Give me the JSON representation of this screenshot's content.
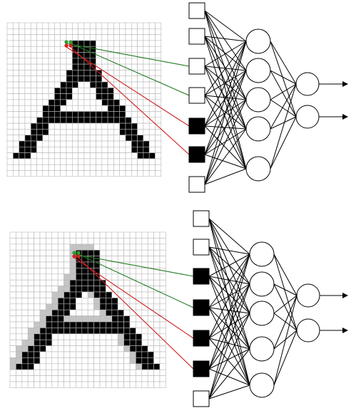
{
  "colors": {
    "background": "#ffffff",
    "grid_line": "#b8b8b8",
    "grid_cell_fill": "#ffffff",
    "pixel_on": "#000000",
    "pixel_shadow": "#c4c4c4",
    "edge": "#000000",
    "connector_green": "#1f7a1f",
    "connector_red": "#cc2020",
    "dot_green": "#2e9b2e",
    "dot_red": "#d42020",
    "input_on": "#000000",
    "input_off": "#ffffff"
  },
  "panels": [
    {
      "id": "top",
      "grid_size": 26,
      "letter": "A",
      "shadow": false,
      "input_states": [
        0,
        0,
        0,
        0,
        1,
        1,
        0
      ],
      "connector_colors": [
        "green",
        "green",
        "red",
        "red"
      ],
      "hidden_units": 5,
      "output_units": 2
    },
    {
      "id": "bottom",
      "grid_size": 26,
      "letter": "A",
      "shadow": true,
      "input_states": [
        0,
        0,
        1,
        1,
        1,
        1,
        0
      ],
      "connector_colors": [
        "green",
        "green",
        "red",
        "red"
      ],
      "hidden_units": 5,
      "output_units": 2
    }
  ]
}
